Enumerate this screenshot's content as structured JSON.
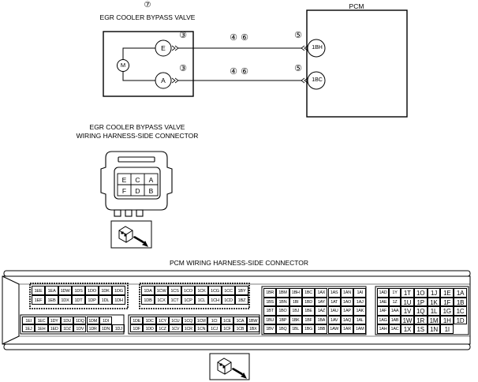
{
  "wiring_diagram": {
    "valve_number": "⑦",
    "valve_title": "EGR COOLER BYPASS VALVE",
    "pcm_title": "PCM",
    "motor_symbol": "M",
    "valve_terminals": [
      "E",
      "A"
    ],
    "pcm_terminals": [
      "1BH",
      "1BC"
    ],
    "wire_marks": {
      "valve_side": "③",
      "middle_a": "④",
      "middle_b": "⑥",
      "pcm_side": "⑤"
    }
  },
  "valve_connector": {
    "title_line1": "EGR COOLER BYPASS VALVE",
    "title_line2": "WIRING HARNESS-SIDE CONNECTOR",
    "pins_row1": [
      "E",
      "C",
      "A"
    ],
    "pins_row2": [
      "F",
      "D",
      "B"
    ]
  },
  "pcm_connector": {
    "title": "PCM WIRING HARNESS-SIDE CONNECTOR",
    "block1": {
      "rows": [
        [
          "1EE",
          "1EA",
          "1DW",
          "1DS",
          "1DO",
          "1DK",
          "1DG"
        ],
        [
          "1EF",
          "1EB",
          "1DX",
          "1DT",
          "1DP",
          "1DL",
          "1DH"
        ]
      ]
    },
    "block1b": {
      "rows": [
        [
          "1EI",
          "1EC",
          "1DY",
          "1DU",
          "1DQ",
          "1DM",
          "1DI"
        ],
        [
          "1EJ",
          "1EH",
          "1ED",
          "1DZ",
          "1DV",
          "1DR",
          "1DN",
          "1DJ"
        ]
      ]
    },
    "block2": {
      "rows": [
        [
          "1DA",
          "1CW",
          "1CS",
          "1CO",
          "1CK",
          "1CG",
          "1CC",
          "1BY"
        ],
        [
          "1DB",
          "1CX",
          "1CT",
          "1CP",
          "1CL",
          "1CH",
          "1CD",
          "1BZ"
        ]
      ]
    },
    "block2b": {
      "rows": [
        [
          "1DE",
          "1DC",
          "1CY",
          "1CU",
          "1CQ",
          "1CM",
          "1CI",
          "1CE",
          "1CA",
          "1BW"
        ],
        [
          "1DF",
          "1DD",
          "1CZ",
          "1CV",
          "1CR",
          "1CN",
          "1CJ",
          "1CF",
          "1CB",
          "1BX"
        ]
      ]
    },
    "block3": {
      "rows": [
        [
          "1BR",
          "1BM",
          "1BH",
          "1BC",
          "1AX",
          "1AS",
          "1AN",
          "1AI"
        ],
        [
          "1BS",
          "1BN",
          "1BI",
          "1BD",
          "1AY",
          "1AT",
          "1AO",
          "1AJ"
        ],
        [
          "1BT",
          "1BO",
          "1BJ",
          "1BE",
          "1AZ",
          "1AU",
          "1AP",
          "1AK"
        ],
        [
          "1BU",
          "1BP",
          "1BK",
          "1BF",
          "1BA",
          "1AV",
          "1AQ",
          "1AL"
        ],
        [
          "1BV",
          "1BQ",
          "1BL",
          "1BG",
          "1BB",
          "1AW",
          "1AR",
          "1AM"
        ]
      ]
    },
    "block4": {
      "rows": [
        [
          "1AD",
          "1Y",
          "1T",
          "1O",
          "1J",
          "1E",
          "1A"
        ],
        [
          "1AE",
          "1Z",
          "1U",
          "1P",
          "1K",
          "1F",
          "1B"
        ],
        [
          "1AF",
          "1AA",
          "1V",
          "1Q",
          "1L",
          "1G",
          "1C"
        ],
        [
          "1AG",
          "1AB",
          "1W",
          "1R",
          "1M",
          "1H",
          "1D"
        ],
        [
          "1AH",
          "1AC",
          "1X",
          "1S",
          "1N",
          "1I"
        ]
      ]
    }
  }
}
